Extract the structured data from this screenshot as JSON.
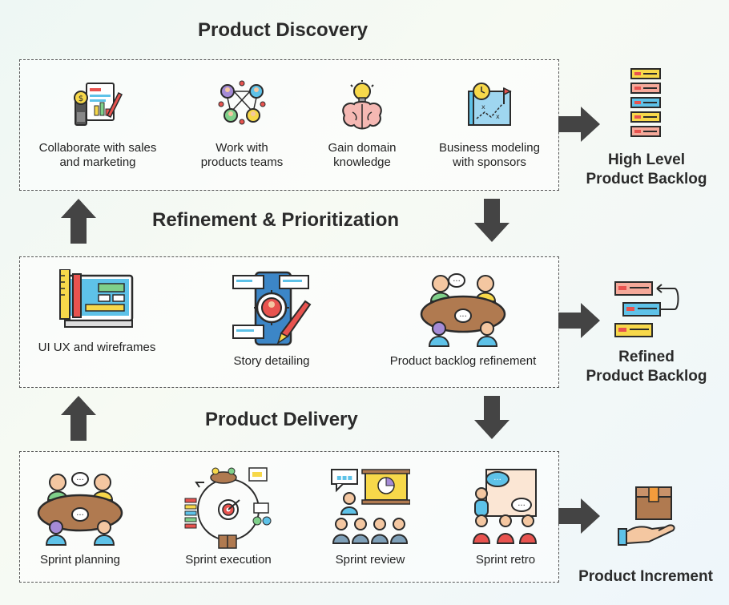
{
  "sections": {
    "discovery": {
      "title": "Product Discovery",
      "items": [
        {
          "label": "Collaborate with sales\nand marketing",
          "icon": "sales-marketing-icon"
        },
        {
          "label": "Work with\nproducts teams",
          "icon": "team-network-icon"
        },
        {
          "label": "Gain domain\nknowledge",
          "icon": "brain-idea-icon"
        },
        {
          "label": "Business modeling\nwith sponsors",
          "icon": "strategy-map-icon"
        }
      ]
    },
    "refinement": {
      "title": "Refinement & Prioritization",
      "items": [
        {
          "label": "UI UX and wireframes",
          "icon": "ui-design-monitor-icon"
        },
        {
          "label": "Story detailing",
          "icon": "story-phone-icon"
        },
        {
          "label": "Product backlog refinement",
          "icon": "meeting-table-icon"
        }
      ]
    },
    "delivery": {
      "title": "Product Delivery",
      "items": [
        {
          "label": "Sprint planning",
          "icon": "meeting-table-icon"
        },
        {
          "label": "Sprint execution",
          "icon": "sprint-cycle-icon"
        },
        {
          "label": "Sprint review",
          "icon": "presentation-audience-icon"
        },
        {
          "label": "Sprint retro",
          "icon": "retro-board-icon"
        }
      ]
    }
  },
  "outputs": {
    "high_level_backlog": "High Level\nProduct Backlog",
    "refined_backlog": "Refined\nProduct Backlog",
    "product_increment": "Product Increment"
  },
  "colors": {
    "arrow": "#444444",
    "outline": "#2b2b2b",
    "skin": "#f4c7a1",
    "red": "#e8534f",
    "yellow": "#f7d84a",
    "blue": "#5ec2e8",
    "green": "#7fd08a",
    "purple": "#a58bd6",
    "brown": "#b07a50"
  }
}
